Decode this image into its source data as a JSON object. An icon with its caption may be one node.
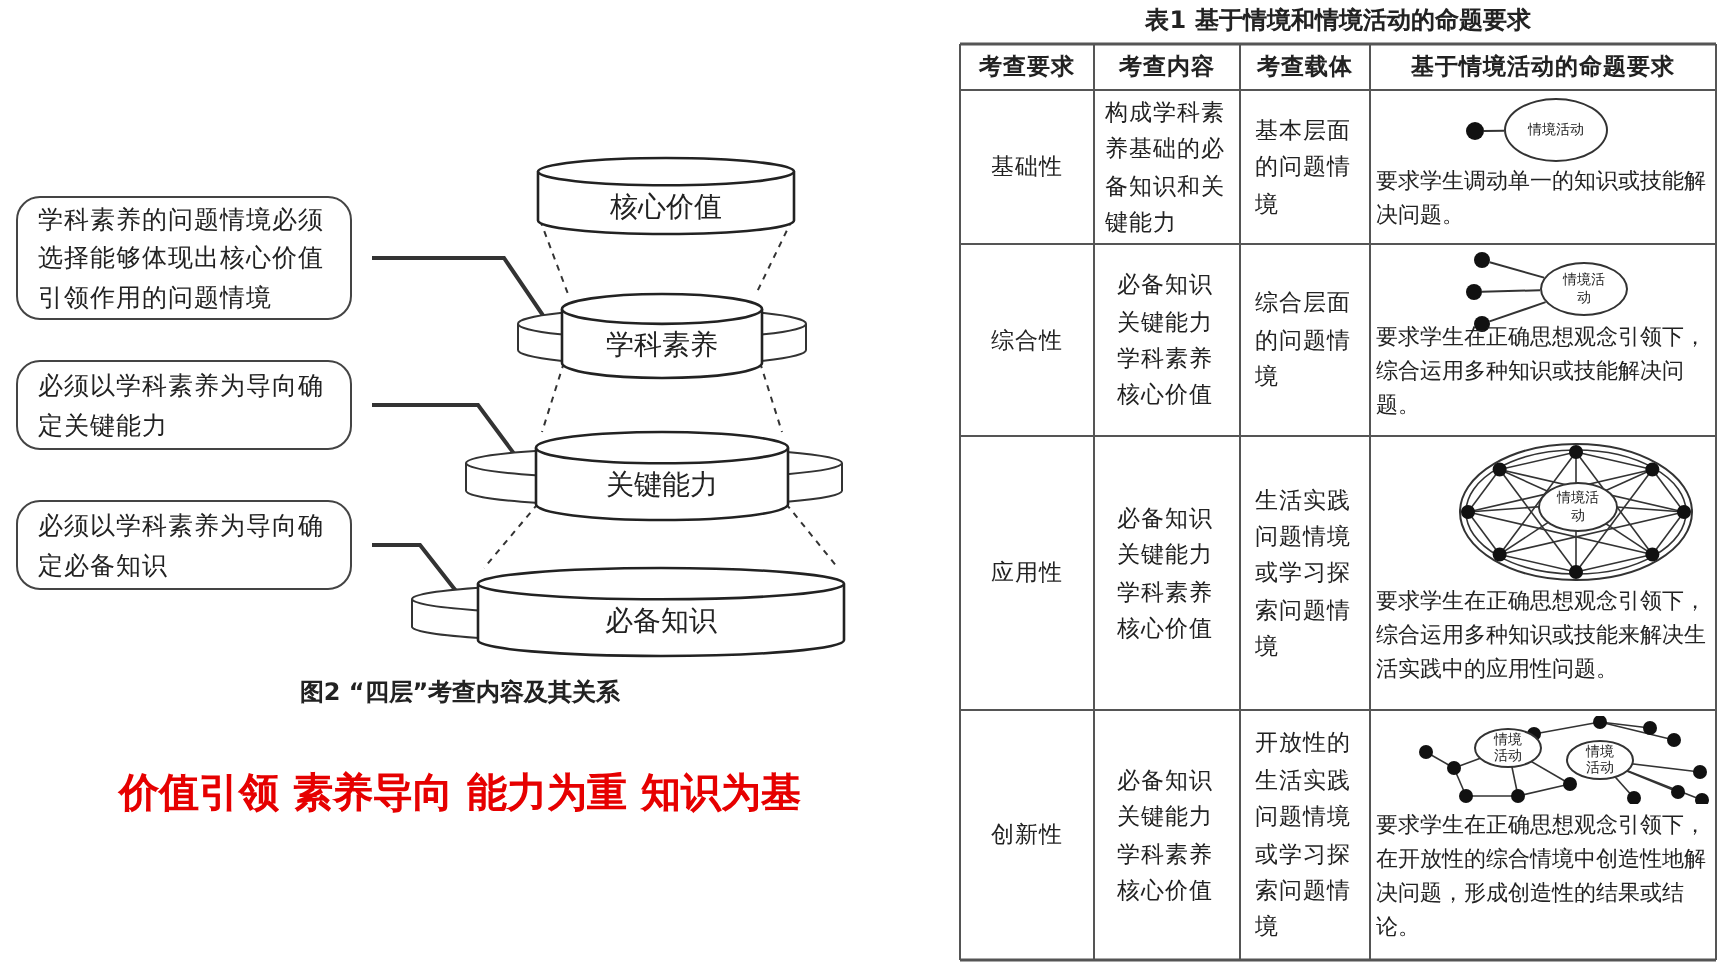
{
  "diagram": {
    "caption": "图2 “四层”考查内容及其关系",
    "nodes": [
      {
        "text": [
          "学科素养的问题情境必须选择能够体现出核心价值引领作用的问题情境"
        ]
      },
      {
        "text": [
          "必须以学科素养为导向确定关键能力"
        ]
      },
      {
        "text": [
          "必须以学科素养为导向确定必备知识"
        ]
      },
      {
        "text": [
          "核心价值"
        ]
      },
      {
        "text": [
          "学科素养"
        ]
      },
      {
        "text": [
          "关键能力"
        ]
      },
      {
        "text": [
          "必备知识"
        ]
      },
      {
        "text": [],
        "shape": "circle"
      },
      {
        "text": [
          "情境活动"
        ]
      },
      {
        "text": [],
        "shape": "circle"
      },
      {
        "text": [],
        "shape": "circle"
      },
      {
        "text": [],
        "shape": "circle"
      },
      {
        "text": [
          "情境活动"
        ]
      },
      {
        "text": [
          "情境活动"
        ]
      },
      {
        "text": [
          "情境活动"
        ]
      },
      {
        "text": [
          "情境活动"
        ]
      }
    ],
    "edges": [
      {
        "from": 0,
        "to": 4,
        "arrow": "to"
      },
      {
        "from": 1,
        "to": 5,
        "arrow": "to"
      },
      {
        "from": 2,
        "to": 6,
        "arrow": "to"
      },
      {
        "from": 3,
        "to": 4,
        "arrow": "none",
        "style": "dashed"
      },
      {
        "from": 3,
        "to": 4,
        "arrow": "none",
        "style": "dashed"
      },
      {
        "from": 4,
        "to": 5,
        "arrow": "none",
        "style": "dashed"
      },
      {
        "from": 4,
        "to": 5,
        "arrow": "none",
        "style": "dashed"
      },
      {
        "from": 5,
        "to": 6,
        "arrow": "none",
        "style": "dashed"
      },
      {
        "from": 5,
        "to": 6,
        "arrow": "none",
        "style": "dashed"
      },
      {
        "from": 7,
        "to": 8,
        "arrow": "none"
      },
      {
        "from": 9,
        "to": 12,
        "arrow": "none"
      },
      {
        "from": 10,
        "to": 12,
        "arrow": "none"
      },
      {
        "from": 11,
        "to": 12,
        "arrow": "none"
      }
    ],
    "labels": [
      "表1 基于情境和情境活动的命题要求",
      "考查要求",
      "考查内容",
      "考查载体",
      "基于情境活动的命题要求",
      "基础性",
      "构成学科素养基础的必备知识和关键能力",
      "基本层面的问题情境",
      "要求学生调动单一的知识或技能解决问题。",
      "综合性",
      "必备知识关键能力学科素养核心价值",
      "综合层面的问题情境",
      "要求学生在正确思想观念引领下，综合运用多种知识或技能解决问题。",
      "应用性",
      "必备知识关键能力学科素养核心价值",
      "生活实践问题情境或学习探索问题情境",
      "要求学生在正确思想观念引领下，综合运用多种知识或技能来解决生活实践中的应用性问题。",
      "创新性",
      "必备知识关键能力学科素养核心价值",
      "开放性的生活实践问题情境或学习探索问题情境",
      "要求学生在正确思想观念引领下，在开放性的综合情境中创造性地解决问题，形成创造性的结果或结论。",
      "价值引领 素养导向 能力为重 知识为基"
    ]
  }
}
